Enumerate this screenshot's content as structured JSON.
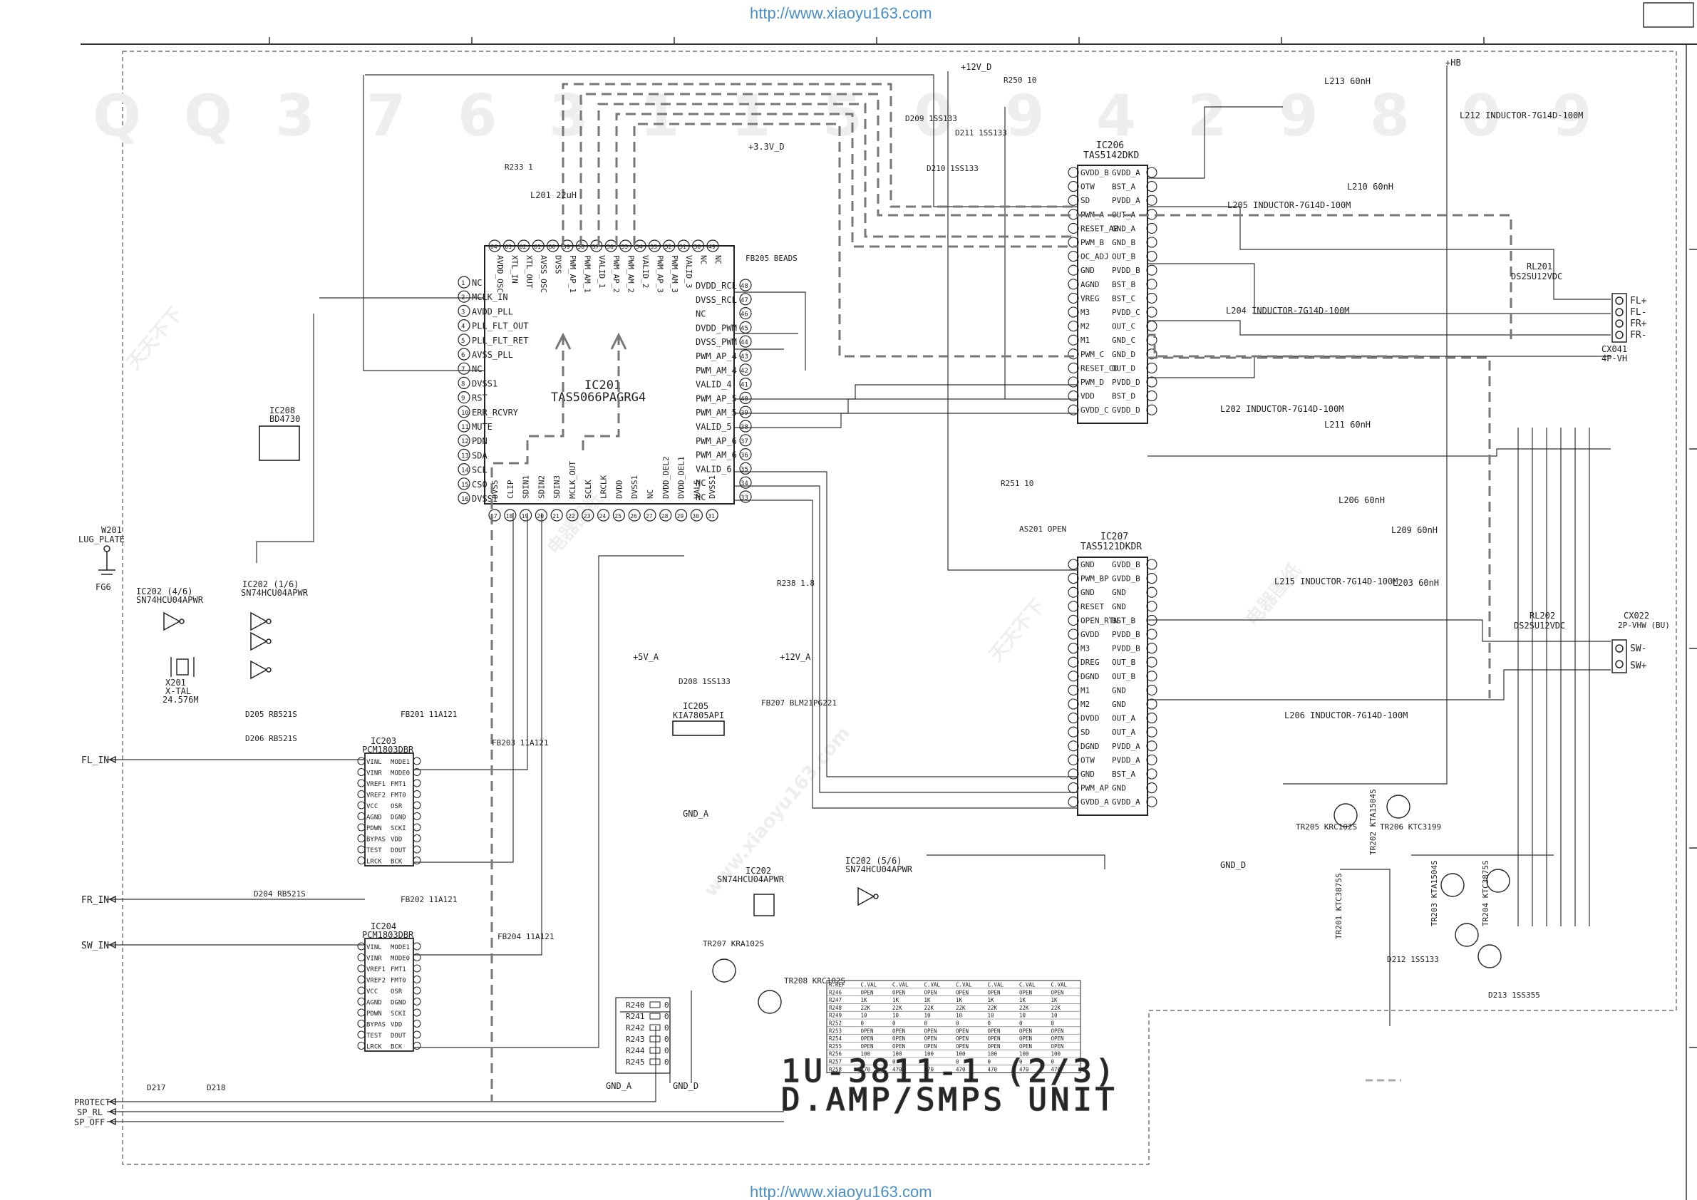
{
  "header": {
    "url_top": "http://www.xiaoyu163.com"
  },
  "footer": {
    "url_bottom": "http://www.xiaoyu163.com"
  },
  "title_block": {
    "line1": "1U-3811-1 (2/3)",
    "line2": "D.AMP/SMPS UNIT"
  },
  "watermarks": {
    "digits": [
      "Q",
      "Q",
      "3",
      "7",
      "6",
      "3",
      "1",
      "1",
      "5",
      "0",
      "9",
      "4",
      "2",
      "9",
      "8",
      "0",
      "9"
    ],
    "cn_tiles": [
      "天天不下",
      "电器图纸",
      "www.xiaoyu163.com"
    ]
  },
  "ics": [
    {
      "ref": "IC201",
      "part": "TAS5066PAGRG4"
    },
    {
      "ref": "IC206",
      "part": "TAS5142DKD"
    },
    {
      "ref": "IC207",
      "part": "TAS5121DKDR"
    },
    {
      "ref": "IC203",
      "part": "PCM1803DBR"
    },
    {
      "ref": "IC204",
      "part": "PCM1803DBR"
    },
    {
      "ref": "IC205",
      "part": "KIA7805API"
    },
    {
      "ref": "IC208",
      "part": "BD4730"
    },
    {
      "ref": "IC202 (4/6)",
      "part": "SN74HCU04APWR"
    },
    {
      "ref": "IC202 (1/6)",
      "part": "SN74HCU04APWR"
    },
    {
      "ref": "IC202",
      "part": "SN74HCU04APWR"
    },
    {
      "ref": "IC202 (5/6)",
      "part": "SN74HCU04APWR"
    }
  ],
  "ic201_left_pins": [
    "NC",
    "MCLK_IN",
    "AVDD_PLL",
    "PLL_FLT_OUT",
    "PLL_FLT_RET",
    "AVSS_PLL",
    "NC",
    "DVSS1",
    "RST",
    "ERR_RCVRY",
    "MUTE",
    "PDN",
    "SDA",
    "SCL",
    "CS0",
    "DVSS1"
  ],
  "ic201_right_pins": [
    "DVDD_RCL",
    "DVSS_RCL",
    "NC",
    "DVDD_PWM",
    "DVSS_PWM",
    "PWM_AP_4",
    "PWM_AM_4",
    "VALID_4",
    "PWM_AP_5",
    "PWM_AM_5",
    "VALID_5",
    "PWM_AP_6",
    "PWM_AM_6",
    "VALID_6",
    "NC",
    "NC"
  ],
  "ic201_top_pins": [
    "AVDD_OSC",
    "XTL_IN",
    "XTL_OUT",
    "AVSS_OSC",
    "DVSS",
    "PWM_AP_1",
    "PWM_AM_1",
    "VALID_1",
    "PWM_AP_2",
    "PWM_AM_2",
    "VALID_2",
    "PWM_AP_3",
    "PWM_AM_3",
    "VALID_3",
    "NC",
    "NC"
  ],
  "ic201_bottom_pins": [
    "DVSS",
    "CLIP",
    "SDIN1",
    "SDIN2",
    "SDIN3",
    "MCLK_OUT",
    "SCLK",
    "LRCLK",
    "DVDD",
    "DVSS1",
    "NC",
    "DVDD_DEL2",
    "DVDD_DEL1",
    "VALS",
    "DVSS1"
  ],
  "ic206_left_pins": [
    "GVDD_B",
    "OTW",
    "SD",
    "PWM_A",
    "RESET_AB",
    "PWM_B",
    "OC_ADJ",
    "GND",
    "AGND",
    "VREG",
    "M3",
    "M2",
    "M1",
    "PWM_C",
    "RESET_CD",
    "PWM_D",
    "VDD",
    "GVDD_C"
  ],
  "ic206_right_pins": [
    "GVDD_A",
    "BST_A",
    "PVDD_A",
    "OUT_A",
    "GND_A",
    "GND_B",
    "OUT_B",
    "PVDD_B",
    "BST_B",
    "BST_C",
    "PVDD_C",
    "OUT_C",
    "GND_C",
    "GND_D",
    "OUT_D",
    "PVDD_D",
    "BST_D",
    "GVDD_D"
  ],
  "ic207_left_pins": [
    "GND",
    "PWM_BP",
    "GND",
    "RESET",
    "OPEN_RTN",
    "GVDD",
    "M3",
    "DREG",
    "DGND",
    "M1",
    "M2",
    "DVDD",
    "SD",
    "DGND",
    "OTW",
    "GND",
    "PWM_AP",
    "GVDD_A"
  ],
  "ic207_right_pins": [
    "GVDD_B",
    "GVDD_B",
    "GND",
    "GND",
    "BST_B",
    "PVDD_B",
    "PVDD_B",
    "OUT_B",
    "OUT_B",
    "GND",
    "GND",
    "OUT_A",
    "OUT_A",
    "PVDD_A",
    "PVDD_A",
    "BST_A",
    "GND",
    "GVDD_A"
  ],
  "pcm_left_pins": [
    "VINL",
    "VINR",
    "VREF1",
    "VREF2",
    "VCC",
    "AGND",
    "PDWN",
    "BYPAS",
    "TEST",
    "LRCK"
  ],
  "pcm_right_pins": [
    "MODE1",
    "MODE0",
    "FMT1",
    "FMT0",
    "OSR",
    "DGND",
    "SCKI",
    "VDD",
    "DOUT",
    "BCK"
  ],
  "io_labels": {
    "inputs": [
      "FL_IN",
      "FR_IN",
      "SW_IN"
    ],
    "controls": [
      "PROTECT",
      "SP_RL",
      "SP_OFF"
    ],
    "speakers_main": [
      "FL+",
      "FL-",
      "FR+",
      "FR-"
    ],
    "speakers_sw": [
      "SW-",
      "SW+"
    ],
    "connectors": [
      {
        "ref": "CX041",
        "desc": "4P-VH"
      },
      {
        "ref": "CX022",
        "desc": "2P-VHW (BU)"
      },
      {
        "ref": "W201",
        "desc": "LUG_PLATE"
      },
      {
        "ref": "FG6",
        "desc": ""
      }
    ],
    "relays": [
      {
        "ref": "RL201",
        "part": "DS2SU12VDC"
      },
      {
        "ref": "RL202",
        "part": "DS2SU12VDC"
      }
    ]
  },
  "power_rails": [
    "+12V_D",
    "+3.3V_D",
    "+5V_A",
    "+12V_A",
    "+HB",
    "GND_A",
    "GND_D",
    "GND_A",
    "GND_D"
  ],
  "inductors": [
    "L201 22uH",
    "L212 INDUCTOR-7G14D-100M",
    "L205 INDUCTOR-7G14D-100M",
    "L204 INDUCTOR-7G14D-100M",
    "L202 INDUCTOR-7G14D-100M",
    "L215 INDUCTOR-7G14D-100M",
    "L206 INDUCTOR-7G14D-100M",
    "L213 60nH",
    "L210 60nH",
    "L211 60nH",
    "L206 60nH",
    "L209 60nH",
    "L203 60nH"
  ],
  "transistors": [
    "TR205 KRC102S",
    "TR206 KTC3199",
    "TR207 KRA102S",
    "TR208 KRC102S",
    "TR201 KTC3875S",
    "TR202 KTA1504S",
    "TR203 KTA1504S",
    "TR204 KTC3875S"
  ],
  "diodes": [
    "D205 RB521S",
    "D206 RB521S",
    "D204 RB521S",
    "D209 1SS133",
    "D210 1SS133",
    "D211 1SS133",
    "D217",
    "D218",
    "D212 1SS133",
    "D213 1SS355",
    "D208 1SS133"
  ],
  "crystal": {
    "ref": "X201",
    "desc": "X-TAL",
    "freq": "24.576M"
  },
  "misc_labels": [
    "AS201 OPEN",
    "FB205 BEADS",
    "FB201 11A121",
    "FB202 11A121",
    "FB203 11A121",
    "FB204 11A121",
    "FB207 BLM21PG221",
    "R238 1.8",
    "R250 10",
    "R251 10",
    "R233 1"
  ],
  "resistor_bank": [
    {
      "ref": "R240",
      "value": "0"
    },
    {
      "ref": "R241",
      "value": "0"
    },
    {
      "ref": "R242",
      "value": "0"
    },
    {
      "ref": "R243",
      "value": "0"
    },
    {
      "ref": "R244",
      "value": "0"
    },
    {
      "ref": "R245",
      "value": "0"
    }
  ],
  "small_table": {
    "rows": [
      [
        "R.REF",
        "C.VAL",
        "C.VAL",
        "C.VAL",
        "C.VAL",
        "C.VAL",
        "C.VAL",
        "C.VAL"
      ],
      [
        "R246",
        "OPEN",
        "OPEN",
        "OPEN",
        "OPEN",
        "OPEN",
        "OPEN",
        "OPEN"
      ],
      [
        "R247",
        "1K",
        "1K",
        "1K",
        "1K",
        "1K",
        "1K",
        "1K"
      ],
      [
        "R248",
        "22K",
        "22K",
        "22K",
        "22K",
        "22K",
        "22K",
        "22K"
      ],
      [
        "R249",
        "10",
        "10",
        "10",
        "10",
        "10",
        "10",
        "10"
      ],
      [
        "R252",
        "0",
        "0",
        "0",
        "0",
        "0",
        "0",
        "0"
      ],
      [
        "R253",
        "OPEN",
        "OPEN",
        "OPEN",
        "OPEN",
        "OPEN",
        "OPEN",
        "OPEN"
      ],
      [
        "R254",
        "OPEN",
        "OPEN",
        "OPEN",
        "OPEN",
        "OPEN",
        "OPEN",
        "OPEN"
      ],
      [
        "R255",
        "OPEN",
        "OPEN",
        "OPEN",
        "OPEN",
        "OPEN",
        "OPEN",
        "OPEN"
      ],
      [
        "R256",
        "100",
        "100",
        "100",
        "100",
        "100",
        "100",
        "100"
      ],
      [
        "R257",
        "0",
        "0",
        "0",
        "0",
        "0",
        "0",
        "0"
      ],
      [
        "R258",
        "470",
        "470",
        "470",
        "470",
        "470",
        "470",
        "470"
      ]
    ]
  }
}
